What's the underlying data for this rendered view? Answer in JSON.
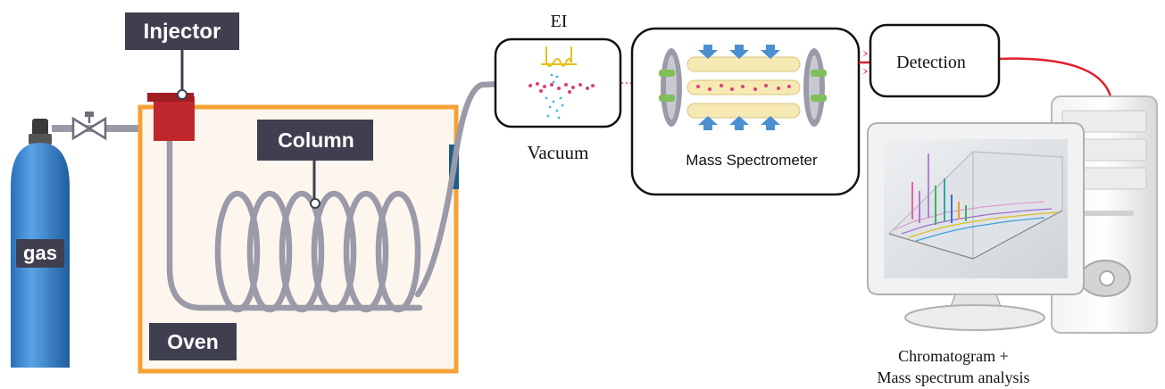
{
  "labels": {
    "injector": "Injector",
    "column": "Column",
    "oven": "Oven",
    "gas": "gas",
    "ei": "EI",
    "vacuum": "Vacuum",
    "mass_spectrometer": "Mass Spectrometer",
    "detection": "Detection",
    "output_line1": "Chromatogram +",
    "output_line2": "Mass spectrum analysis"
  },
  "colors": {
    "tag_bg": "#3f3f50",
    "oven_border": "#f4a236",
    "oven_fill": "#fcf6ee",
    "tubing": "#9a9aa8",
    "injector": "#c0272d",
    "cylinder": "#2f7fcf",
    "signal_line": "#e0202a",
    "ions": "#d8407a",
    "filament": "#e6c21b",
    "ms_rod": "#f6e9b4",
    "ms_arrow": "#4a8fd0",
    "ms_lens": "#7fbf5a"
  },
  "icons": {
    "gas_cylinder": "gas-cylinder-icon",
    "valve": "valve-icon",
    "computer": "computer-icon"
  }
}
